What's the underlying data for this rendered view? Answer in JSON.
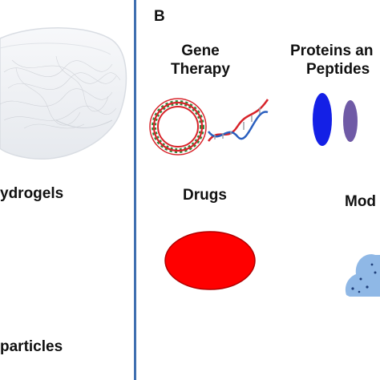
{
  "panel_left": {
    "hydrogels_label": "ydrogels",
    "nanoparticles_label": "particles"
  },
  "panel_b": {
    "letter": "B",
    "gene_therapy_line1": "Gene",
    "gene_therapy_line2": "Therapy",
    "proteins_line1": "Proteins an",
    "proteins_line2": "Peptides",
    "drugs_label": "Drugs",
    "mod_label": "Mod"
  },
  "colors": {
    "divider": "#3f6fb0",
    "protein_large": "#1420e6",
    "protein_small": "#6f5aa6",
    "drug": "#ff0000",
    "mod_blob": "#8fb8e6",
    "dna_red": "#d8232a",
    "dna_green": "#2e8b3a",
    "dna_blue": "#2a5fbf"
  }
}
